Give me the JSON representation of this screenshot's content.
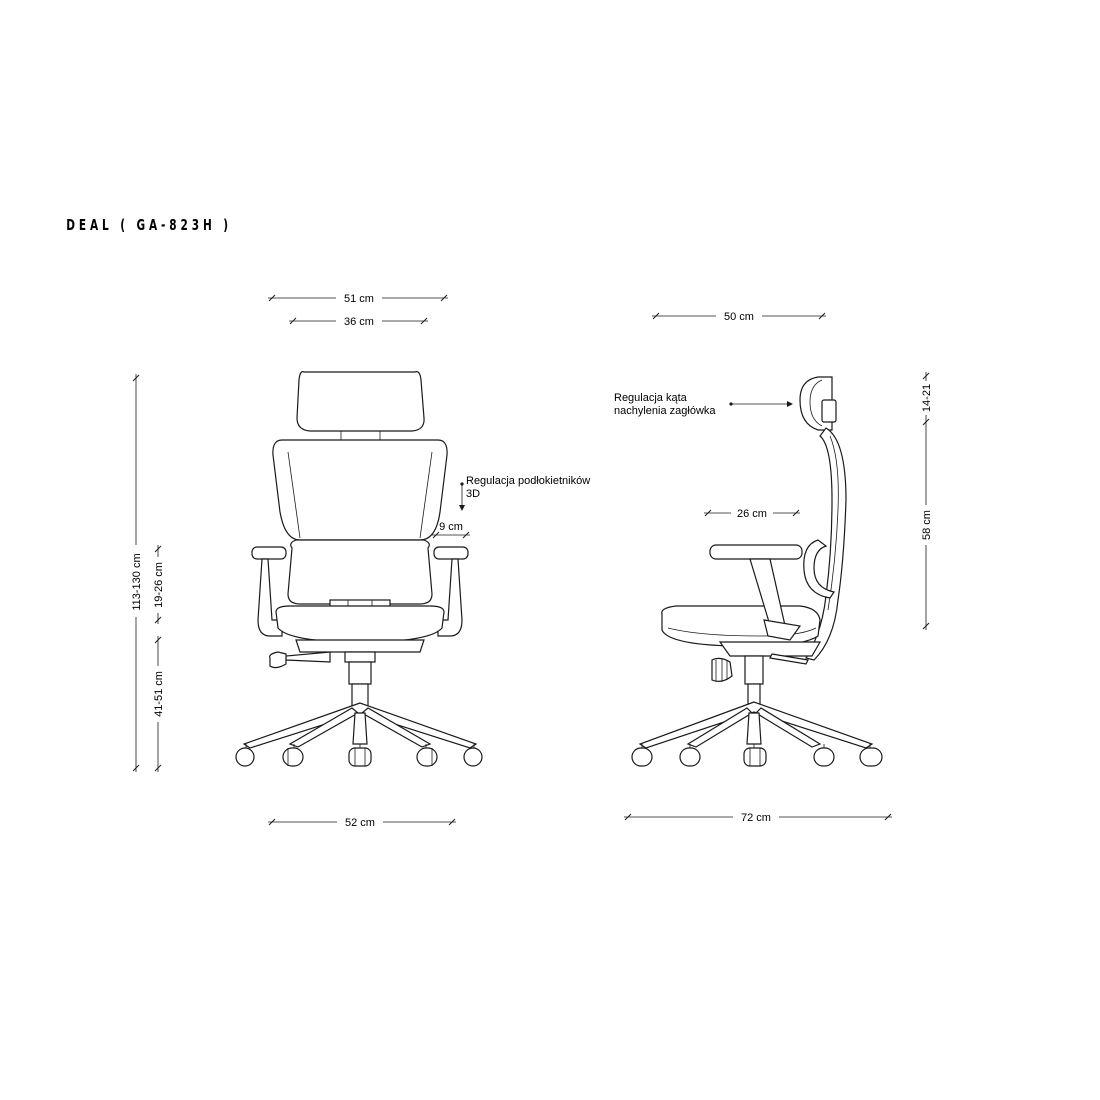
{
  "title": "DEAL ( GA-823H )",
  "front_view": {
    "width_overall": "51 cm",
    "width_backrest": "36 cm",
    "height_total": "113-130 cm",
    "height_armrest": "19-26 cm",
    "height_seat": "41-51 cm",
    "base_width": "52 cm",
    "armrest_width": "9 cm",
    "armrest_note_line1": "Regulacja podłokietników",
    "armrest_note_line2": "3D"
  },
  "side_view": {
    "depth_top": "50 cm",
    "headrest_range": "14-21",
    "backrest_height": "58 cm",
    "armrest_length": "26 cm",
    "base_depth": "72 cm",
    "headrest_note_line1": "Regulacja kąta",
    "headrest_note_line2": "nachylenia zagłówka"
  }
}
